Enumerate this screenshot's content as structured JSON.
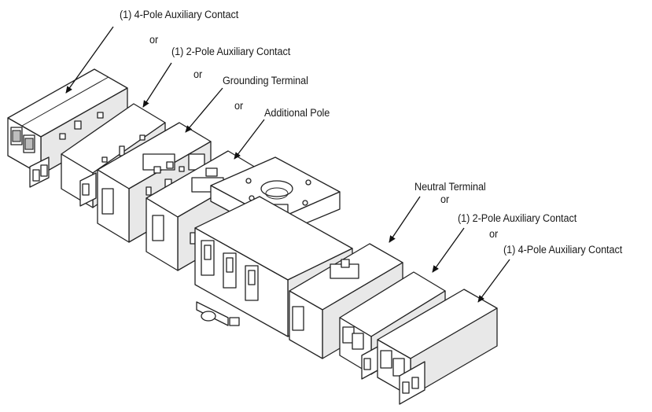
{
  "labels": {
    "top_4pole": "(1) 4-Pole Auxiliary Contact",
    "or_1": "or",
    "top_2pole": "(1) 2-Pole Auxiliary Contact",
    "or_2": "or",
    "grounding": "Grounding Terminal",
    "or_3": "or",
    "additional_pole": "Additional Pole",
    "neutral": "Neutral Terminal",
    "or_4": "or",
    "bottom_2pole": "(1) 2-Pole Auxiliary Contact",
    "or_5": "or",
    "bottom_4pole": "(1) 4-Pole Auxiliary Contact"
  }
}
